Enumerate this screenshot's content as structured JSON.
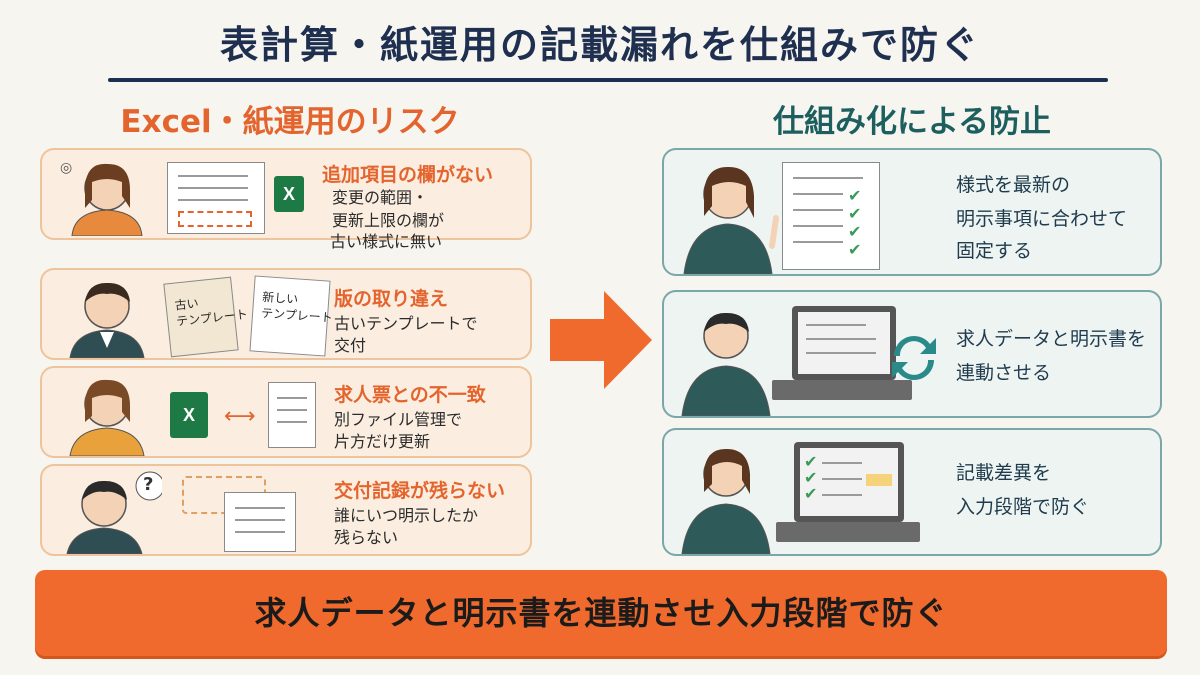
{
  "title": "表計算・紙運用の記載漏れを仕組みで防ぐ",
  "left": {
    "heading": "Excel・紙運用のリスク",
    "items": [
      {
        "title": "追加項目の欄がない",
        "lines": [
          "変更の範囲・",
          "更新上限の欄が",
          "古い様式に無い"
        ]
      },
      {
        "title": "版の取り違え",
        "lines": [
          "古いテンプレートで",
          "交付"
        ],
        "doc_old": "古い\nテンプレート",
        "doc_new": "新しい\nテンプレート"
      },
      {
        "title": "求人票との不一致",
        "lines": [
          "別ファイル管理で",
          "片方だけ更新"
        ]
      },
      {
        "title": "交付記録が残らない",
        "lines": [
          "誰にいつ明示したか",
          "残らない"
        ],
        "question": "?"
      }
    ]
  },
  "right": {
    "heading": "仕組み化による防止",
    "items": [
      {
        "lines": [
          "様式を最新の",
          "明示事項に合わせて",
          "固定する"
        ]
      },
      {
        "lines": [
          "求人データと明示書を",
          "連動させる"
        ]
      },
      {
        "lines": [
          "記載差異を",
          "入力段階で防ぐ"
        ]
      }
    ]
  },
  "banner": "求人データと明示書を連動させ入力段階で防ぐ",
  "colors": {
    "accent_orange": "#ef6a2c",
    "navy": "#1f2f4f",
    "teal": "#1d5f5f"
  },
  "icons": {
    "excel": "X",
    "check": "✔"
  }
}
